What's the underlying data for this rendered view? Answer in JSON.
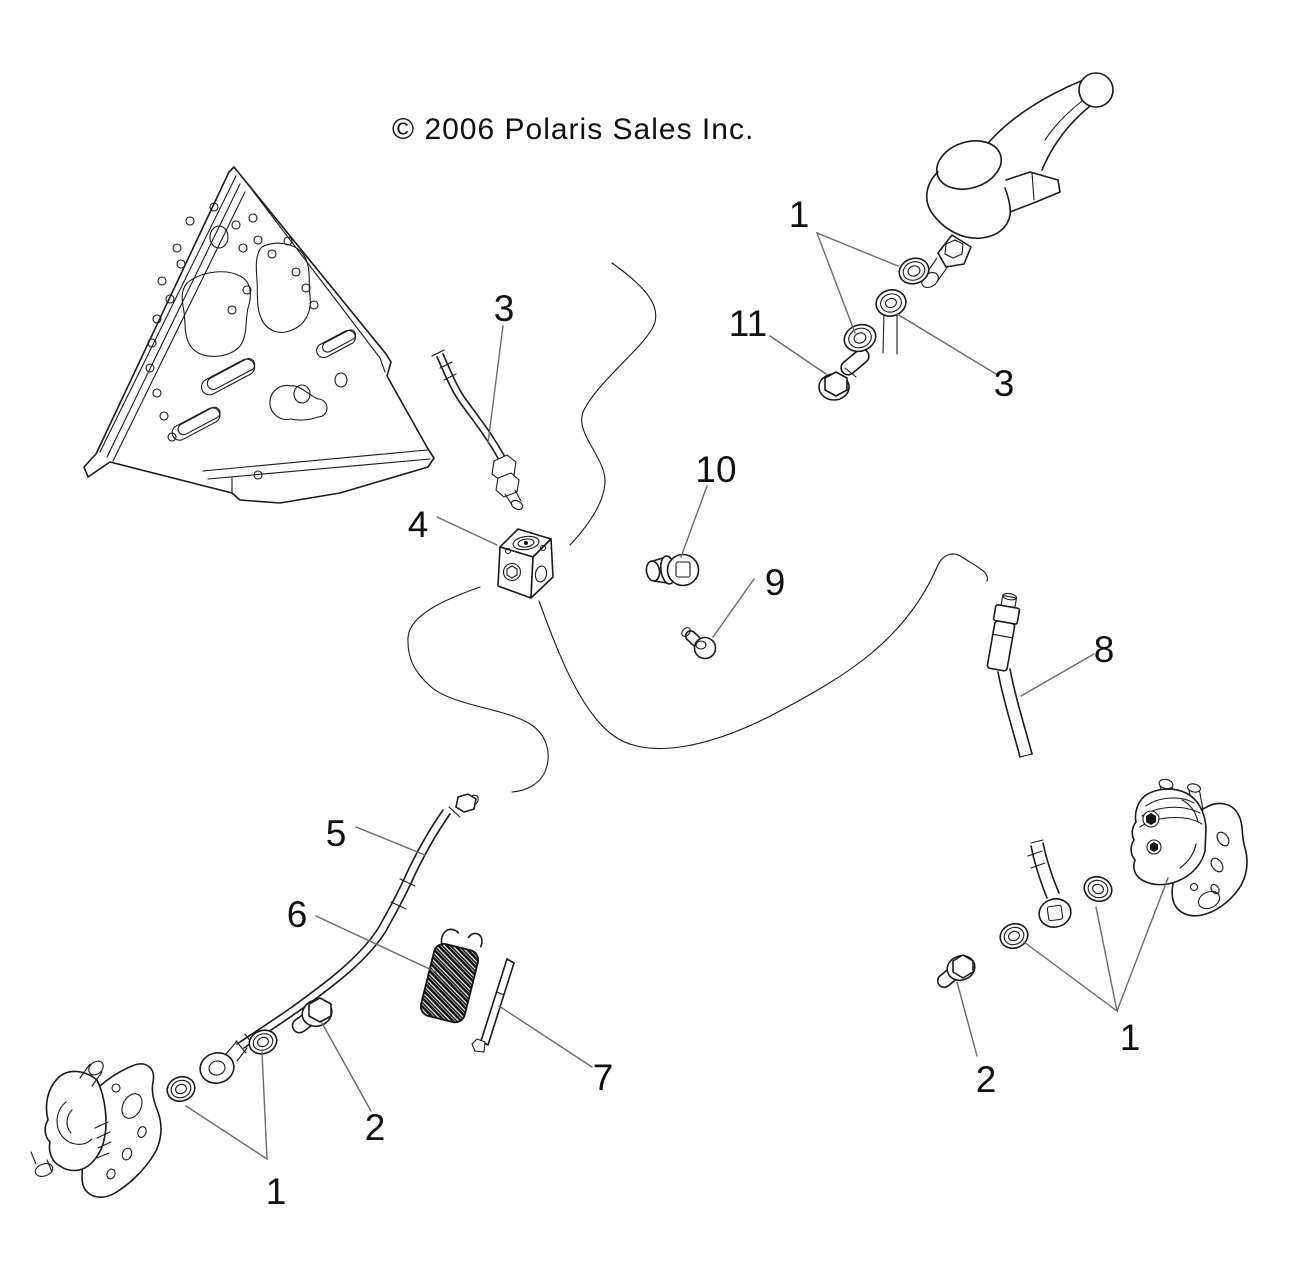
{
  "copyright_notice": "© 2006 Polaris Sales Inc.",
  "callouts": {
    "c1_top": "1",
    "c11": "11",
    "c3_right": "3",
    "c3_left": "3",
    "c10": "10",
    "c4": "4",
    "c9": "9",
    "c8": "8",
    "c5": "5",
    "c6": "6",
    "c7": "7",
    "c2_left": "2",
    "c1_left": "1",
    "c2_right": "2",
    "c1_right": "1"
  }
}
